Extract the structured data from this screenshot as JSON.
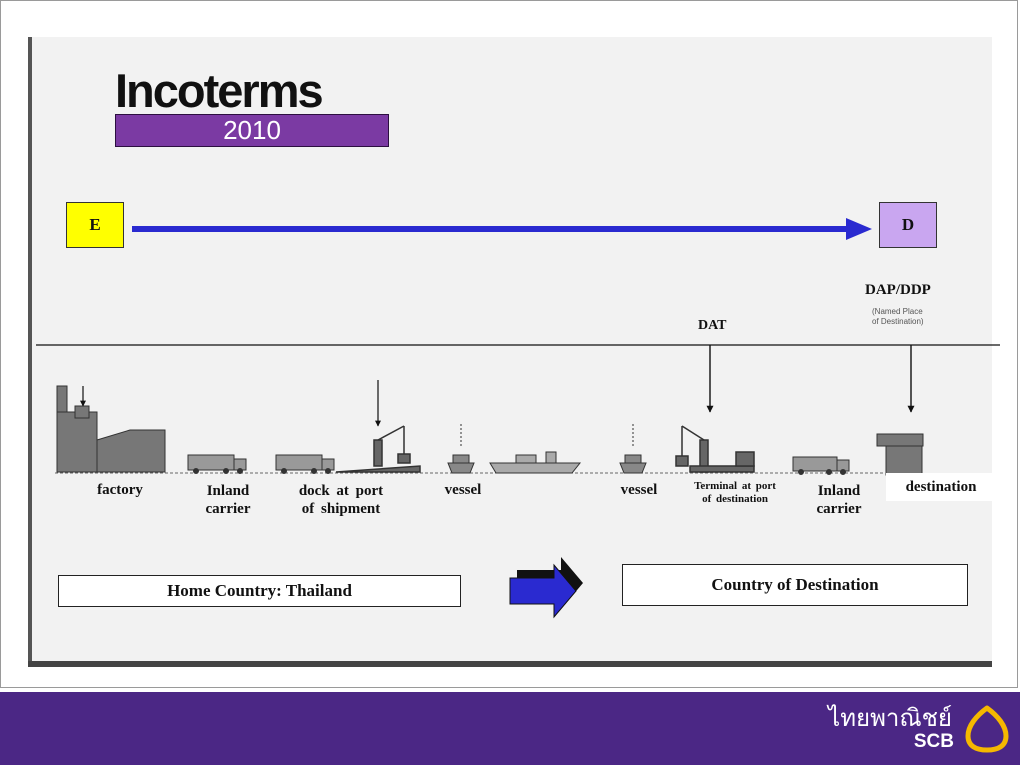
{
  "logo": {
    "word": "Incoterms",
    "year": "2010"
  },
  "terms": {
    "start": "E",
    "end": "D"
  },
  "labels": {
    "dap_ddp": "DAP/DDP",
    "named_place_line1": "(Named Place",
    "named_place_line2": "of Destination)",
    "dat": "DAT"
  },
  "stages": {
    "factory": "factory",
    "inland_carrier_1_line1": "Inland",
    "inland_carrier_1_line2": "carrier",
    "dock_line1": "dock at port",
    "dock_line2": "of shipment",
    "vessel_1": "vessel",
    "vessel_2": "vessel",
    "terminal_line1": "Terminal at port",
    "terminal_line2": "of destination",
    "inland_carrier_2_line1": "Inland",
    "inland_carrier_2_line2": "carrier",
    "destination": "destination"
  },
  "countries": {
    "home": "Home Country: Thailand",
    "destination": "Country of Destination"
  },
  "brand": {
    "thai_name": "ไทยพาณิชย์",
    "short_name": "SCB"
  },
  "colors": {
    "brand_purple": "#4b2785",
    "logo_purple": "#7b3aa3",
    "term_e": "#ffff00",
    "term_d": "#c9a6f0",
    "arrow_blue": "#2a2ad0",
    "scb_gold": "#f5b800"
  }
}
